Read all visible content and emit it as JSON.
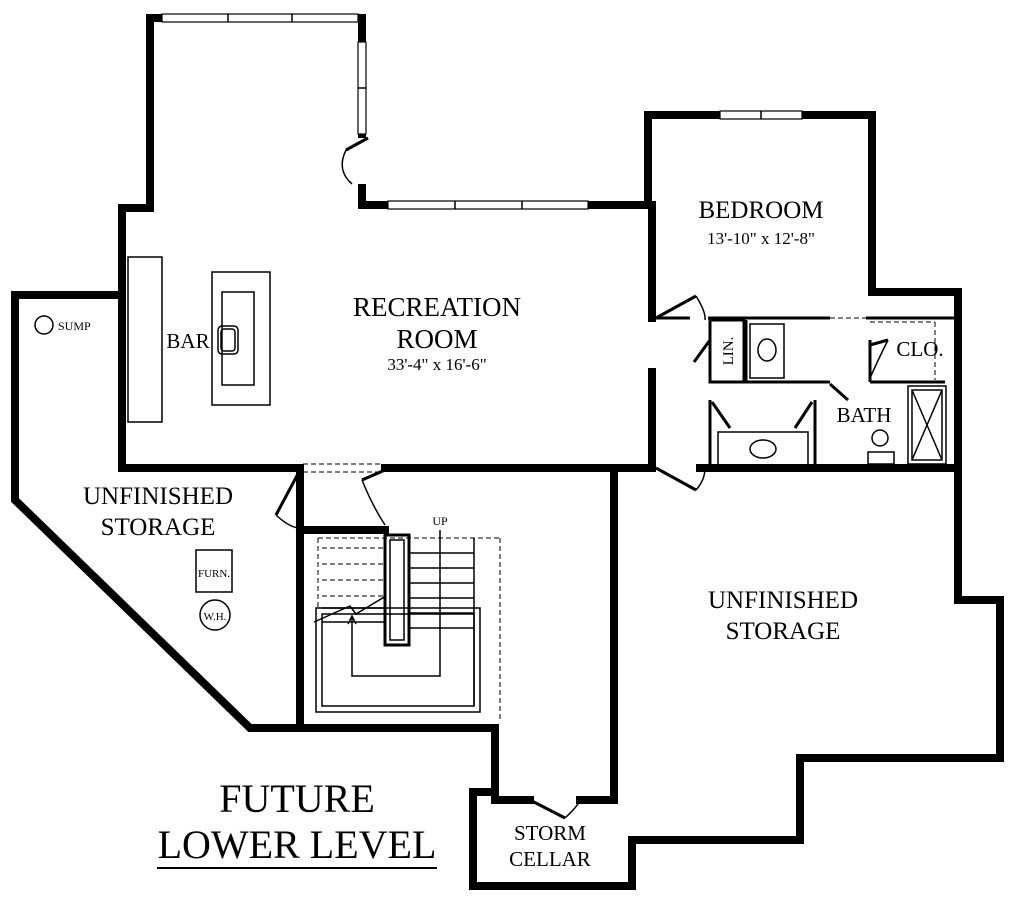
{
  "rooms": {
    "recreation_line1": "RECREATION",
    "recreation_line2": "ROOM",
    "recreation_dims": "33'-4\" x 16'-6\"",
    "bedroom": "BEDROOM",
    "bedroom_dims": "13'-10\" x 12'-8\"",
    "bar": "BAR",
    "sump": "SUMP",
    "lin": "LIN.",
    "clo": "CLO.",
    "bath": "BATH",
    "unfinished_left_line1": "UNFINISHED",
    "unfinished_left_line2": "STORAGE",
    "unfinished_right_line1": "UNFINISHED",
    "unfinished_right_line2": "STORAGE",
    "furn": "FURN.",
    "wh": "W.H.",
    "up": "UP",
    "storm_line1": "STORM",
    "storm_line2": "CELLAR"
  },
  "title": {
    "line1": "FUTURE",
    "line2": "LOWER LEVEL"
  }
}
